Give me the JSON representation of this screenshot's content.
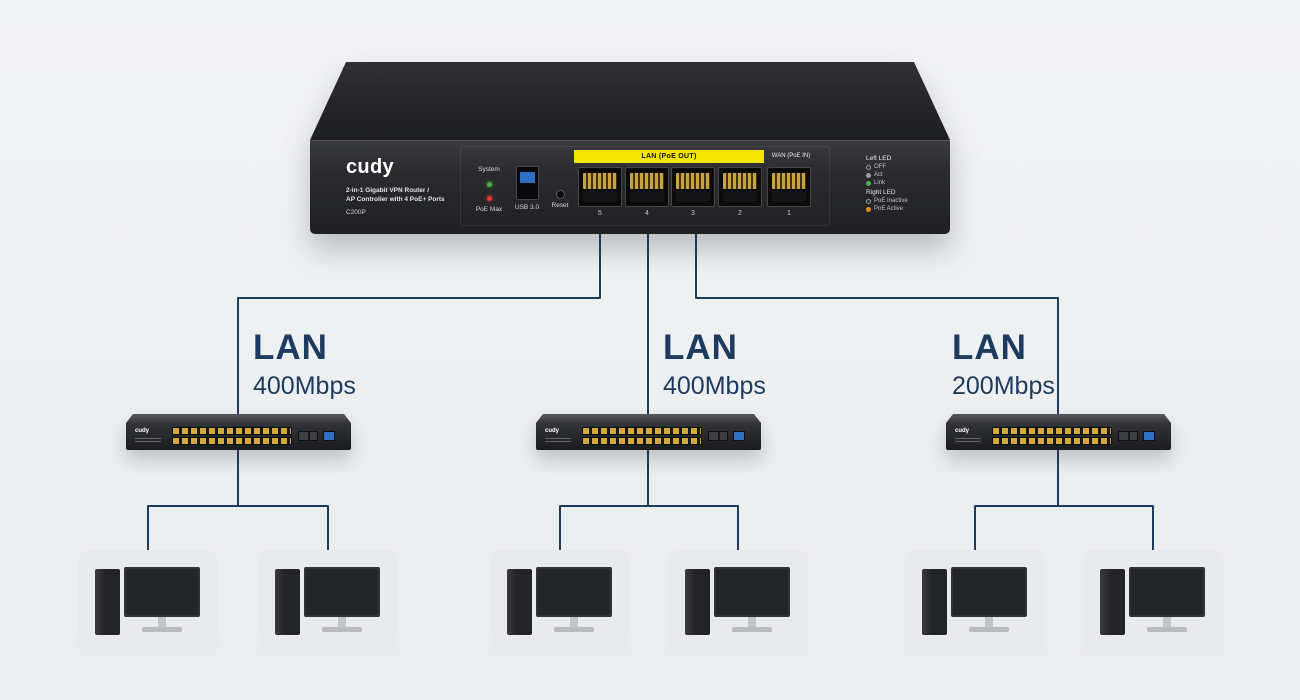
{
  "colors": {
    "line": "#1d3a5f",
    "label_text": "#1d3a5f",
    "lan_strip": "#f2e600",
    "led_green": "#4caf50",
    "led_red": "#e03a2f",
    "led_orange": "#f0861e",
    "usb_blue": "#2f6fc4"
  },
  "router": {
    "brand": "cudy",
    "description_line1": "2-in-1 Gigabit VPN Router /",
    "description_line2": "AP Controller with 4 PoE+ Ports",
    "model": "C200P",
    "system_label": "System",
    "poe_max_label": "PoE Max",
    "usb_label": "USB 3.0",
    "reset_label": "Reset",
    "lan_ports_label": "LAN (PoE OUT)",
    "wan_port_label": "WAN (PoE IN)",
    "port_numbers": [
      "5",
      "4",
      "3",
      "2",
      "1"
    ],
    "legend": {
      "left_led_title": "Left LED",
      "left_led_items": [
        "OFF",
        "Act",
        "Link"
      ],
      "right_led_title": "Right LED",
      "right_led_items": [
        "PoE Inactive",
        "PoE Active"
      ]
    }
  },
  "branches": [
    {
      "label": "LAN",
      "speed": "400Mbps"
    },
    {
      "label": "LAN",
      "speed": "400Mbps"
    },
    {
      "label": "LAN",
      "speed": "200Mbps"
    }
  ],
  "switches": [
    {
      "brand": "cudy"
    },
    {
      "brand": "cudy"
    },
    {
      "brand": "cudy"
    }
  ]
}
